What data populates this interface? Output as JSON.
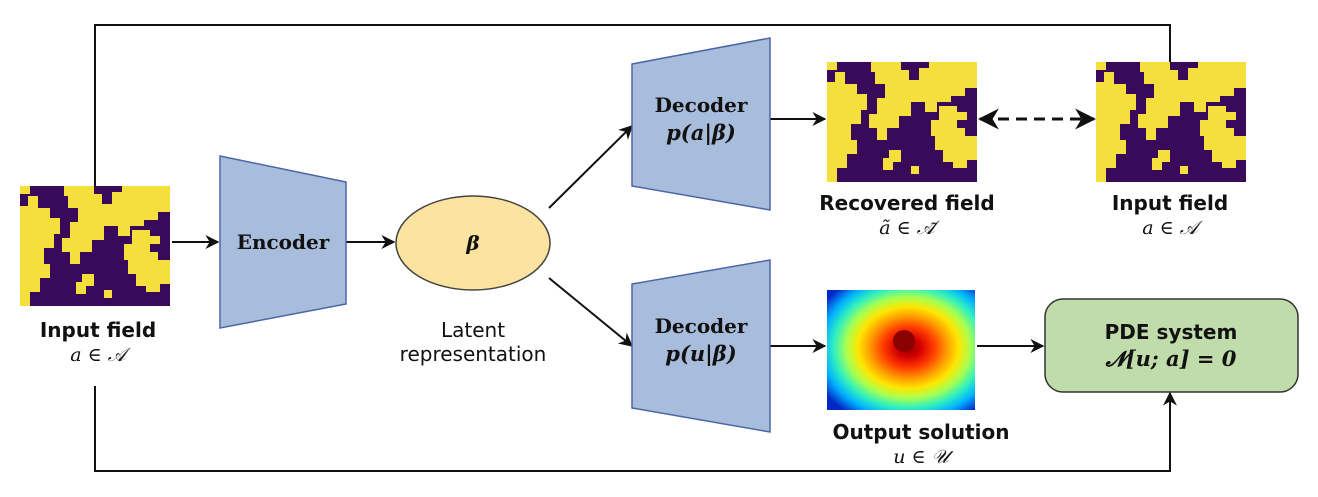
{
  "colors": {
    "field_dark": "#3a0a5a",
    "field_light": "#f5df3c",
    "block_fill": "#a8bcdc",
    "block_stroke": "#4a66a6",
    "latent_fill": "#fde3a0",
    "latent_stroke": "#444444",
    "pde_fill": "#bfdcaa",
    "pde_stroke": "#333333"
  },
  "input_field": {
    "label": "Input field",
    "math": "a ∈ 𝒜"
  },
  "encoder": {
    "label": "Encoder"
  },
  "latent": {
    "symbol": "β",
    "caption_line1": "Latent",
    "caption_line2": "representation"
  },
  "decoder_a": {
    "label": "Decoder",
    "math": "p(a|β)"
  },
  "decoder_u": {
    "label": "Decoder",
    "math": "p(u|β)"
  },
  "recovered_field": {
    "label": "Recovered field",
    "math": "ã ∈ 𝒜̃"
  },
  "input_field_target": {
    "label": "Input field",
    "math": "a ∈ 𝒜"
  },
  "output_solution": {
    "label": "Output solution",
    "math": "u ∈ 𝒰"
  },
  "pde_system": {
    "label": "PDE system",
    "math": "𝓝[u; a] = 0"
  }
}
